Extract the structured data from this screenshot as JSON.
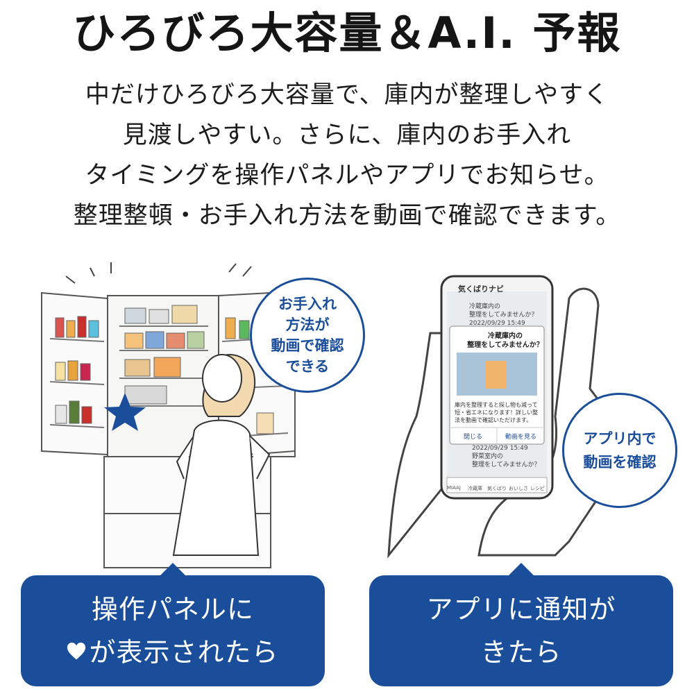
{
  "title": "ひろびろ大容量＆A.I. 予報",
  "intro": {
    "line1": "中だけひろびろ大容量で、庫内が整理しやすく",
    "line2": "見渡しやすい。さらに、庫内のお手入れ",
    "line3": "タイミングを操作パネルやアプリでお知らせ。",
    "line4": "整理整頓・お手入れ方法を動画で確認できます。"
  },
  "callout_left": {
    "line1": "お手入れ",
    "line2": "方法が",
    "line3": "動画で確認",
    "line4": "できる"
  },
  "callout_right": {
    "line1": "アプリ内で",
    "line2": "動画を確認"
  },
  "phone": {
    "app_title": "気くばりナビ",
    "card1_line1": "冷蔵庫内の",
    "card1_line2": "整理をしてみませんか？",
    "card1_date": "2022/09/29 15:49",
    "dialog_line1": "冷蔵庫内の",
    "dialog_line2": "整理をしてみませんか？",
    "body_line1": "庫内を整理すると探し物も減って",
    "body_line2": "短・省エネになります！詳しい整",
    "body_line3": "法を動画で確認いただけます。",
    "close_button": "閉じる",
    "video_button": "動画を見る",
    "card2_date": "2022/09/29 15:49",
    "card2_line1": "野菜室内の",
    "card2_line2": "整理をしてみませんか？",
    "nav_items": [
      "MIAAJ",
      "冷蔵庫",
      "気くばり",
      "おいしさ",
      "レシピ"
    ]
  },
  "bottom_left": {
    "line1": "操作パネルに",
    "line2": "が表示されたら"
  },
  "bottom_right": {
    "line1": "アプリに通知が",
    "line2": "きたら"
  },
  "colors": {
    "accent": "#1a4e9b",
    "text": "#1a1a1a",
    "background": "#ffffff"
  },
  "icons": [
    "star-icon",
    "heart-icon"
  ]
}
